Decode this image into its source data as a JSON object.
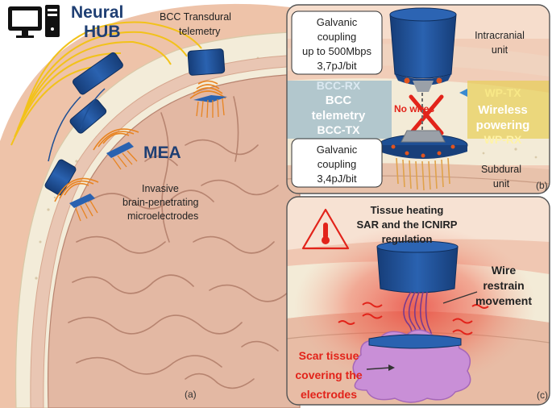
{
  "panel_a": {
    "hub_line1": "Neural",
    "hub_line2": "HUB",
    "bcc_line1": "BCC Transdural",
    "bcc_line2": "telemetry",
    "mea": "MEA",
    "invasive_line1": "Invasive",
    "invasive_line2": "brain-penetrating",
    "invasive_line3": "microelectrodes",
    "caption": "(a)"
  },
  "panel_b": {
    "galvanic_top": [
      "Galvanic",
      "coupling",
      "up to 500Mbps",
      "3,7pJ/bit"
    ],
    "bcc_rx": "BCC-RX",
    "bcc_line1": "BCC",
    "bcc_line2": "telemetry",
    "bcc_tx": "BCC-TX",
    "galvanic_bottom": [
      "Galvanic",
      "coupling",
      "3,4pJ/bit"
    ],
    "no_wires": "No wires",
    "wp_tx": "WP-TX",
    "wireless_line1": "Wireless",
    "wireless_line2": "powering",
    "wp_rx": "WP-RX",
    "intracranial_line1": "Intracranial",
    "intracranial_line2": "unit",
    "subdural_line1": "Subdural",
    "subdural_line2": "unit",
    "caption": "(b)"
  },
  "panel_c": {
    "heating_line1": "Tissue heating",
    "heating_line2": "SAR and the ICNIRP",
    "heating_line3": "regulation",
    "wire_line1": "Wire",
    "wire_line2": "restrain",
    "wire_line3": "movement",
    "scar_line1": "Scar tissue",
    "scar_line2": "covering the",
    "scar_line3": "electrodes",
    "caption": "(c)"
  },
  "colors": {
    "skin": "#eec3a9",
    "skull": "#f3ecd9",
    "brain": "#e3b8a3",
    "device_blue": "#1e4f94",
    "hub_text": "#1f3f73",
    "wire_yellow": "#f2c21a",
    "coil_orange": "#e88421",
    "bcc_band": "#8fb4c8",
    "wp_band": "#e7cf55",
    "scar_red": "#e2231a",
    "scar_purple": "#c98fd7"
  }
}
